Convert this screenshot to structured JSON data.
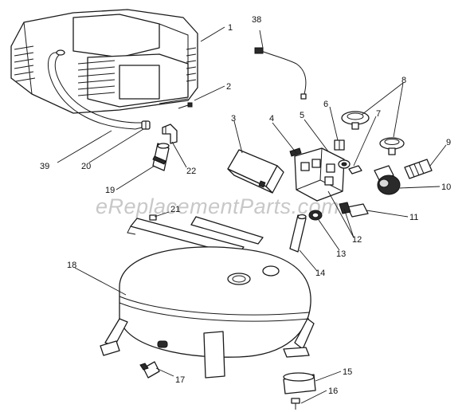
{
  "watermark": "eReplacementParts.com",
  "callouts": {
    "c1": "1",
    "c2": "2",
    "c3": "3",
    "c4": "4",
    "c5": "5",
    "c6": "6",
    "c7": "7",
    "c8": "8",
    "c9": "9",
    "c10": "10",
    "c11": "11",
    "c12": "12",
    "c13": "13",
    "c14": "14",
    "c15": "15",
    "c16": "16",
    "c17": "17",
    "c18": "18",
    "c19": "19",
    "c20": "20",
    "c21": "21",
    "c22": "22",
    "c38": "38",
    "c39": "39"
  }
}
